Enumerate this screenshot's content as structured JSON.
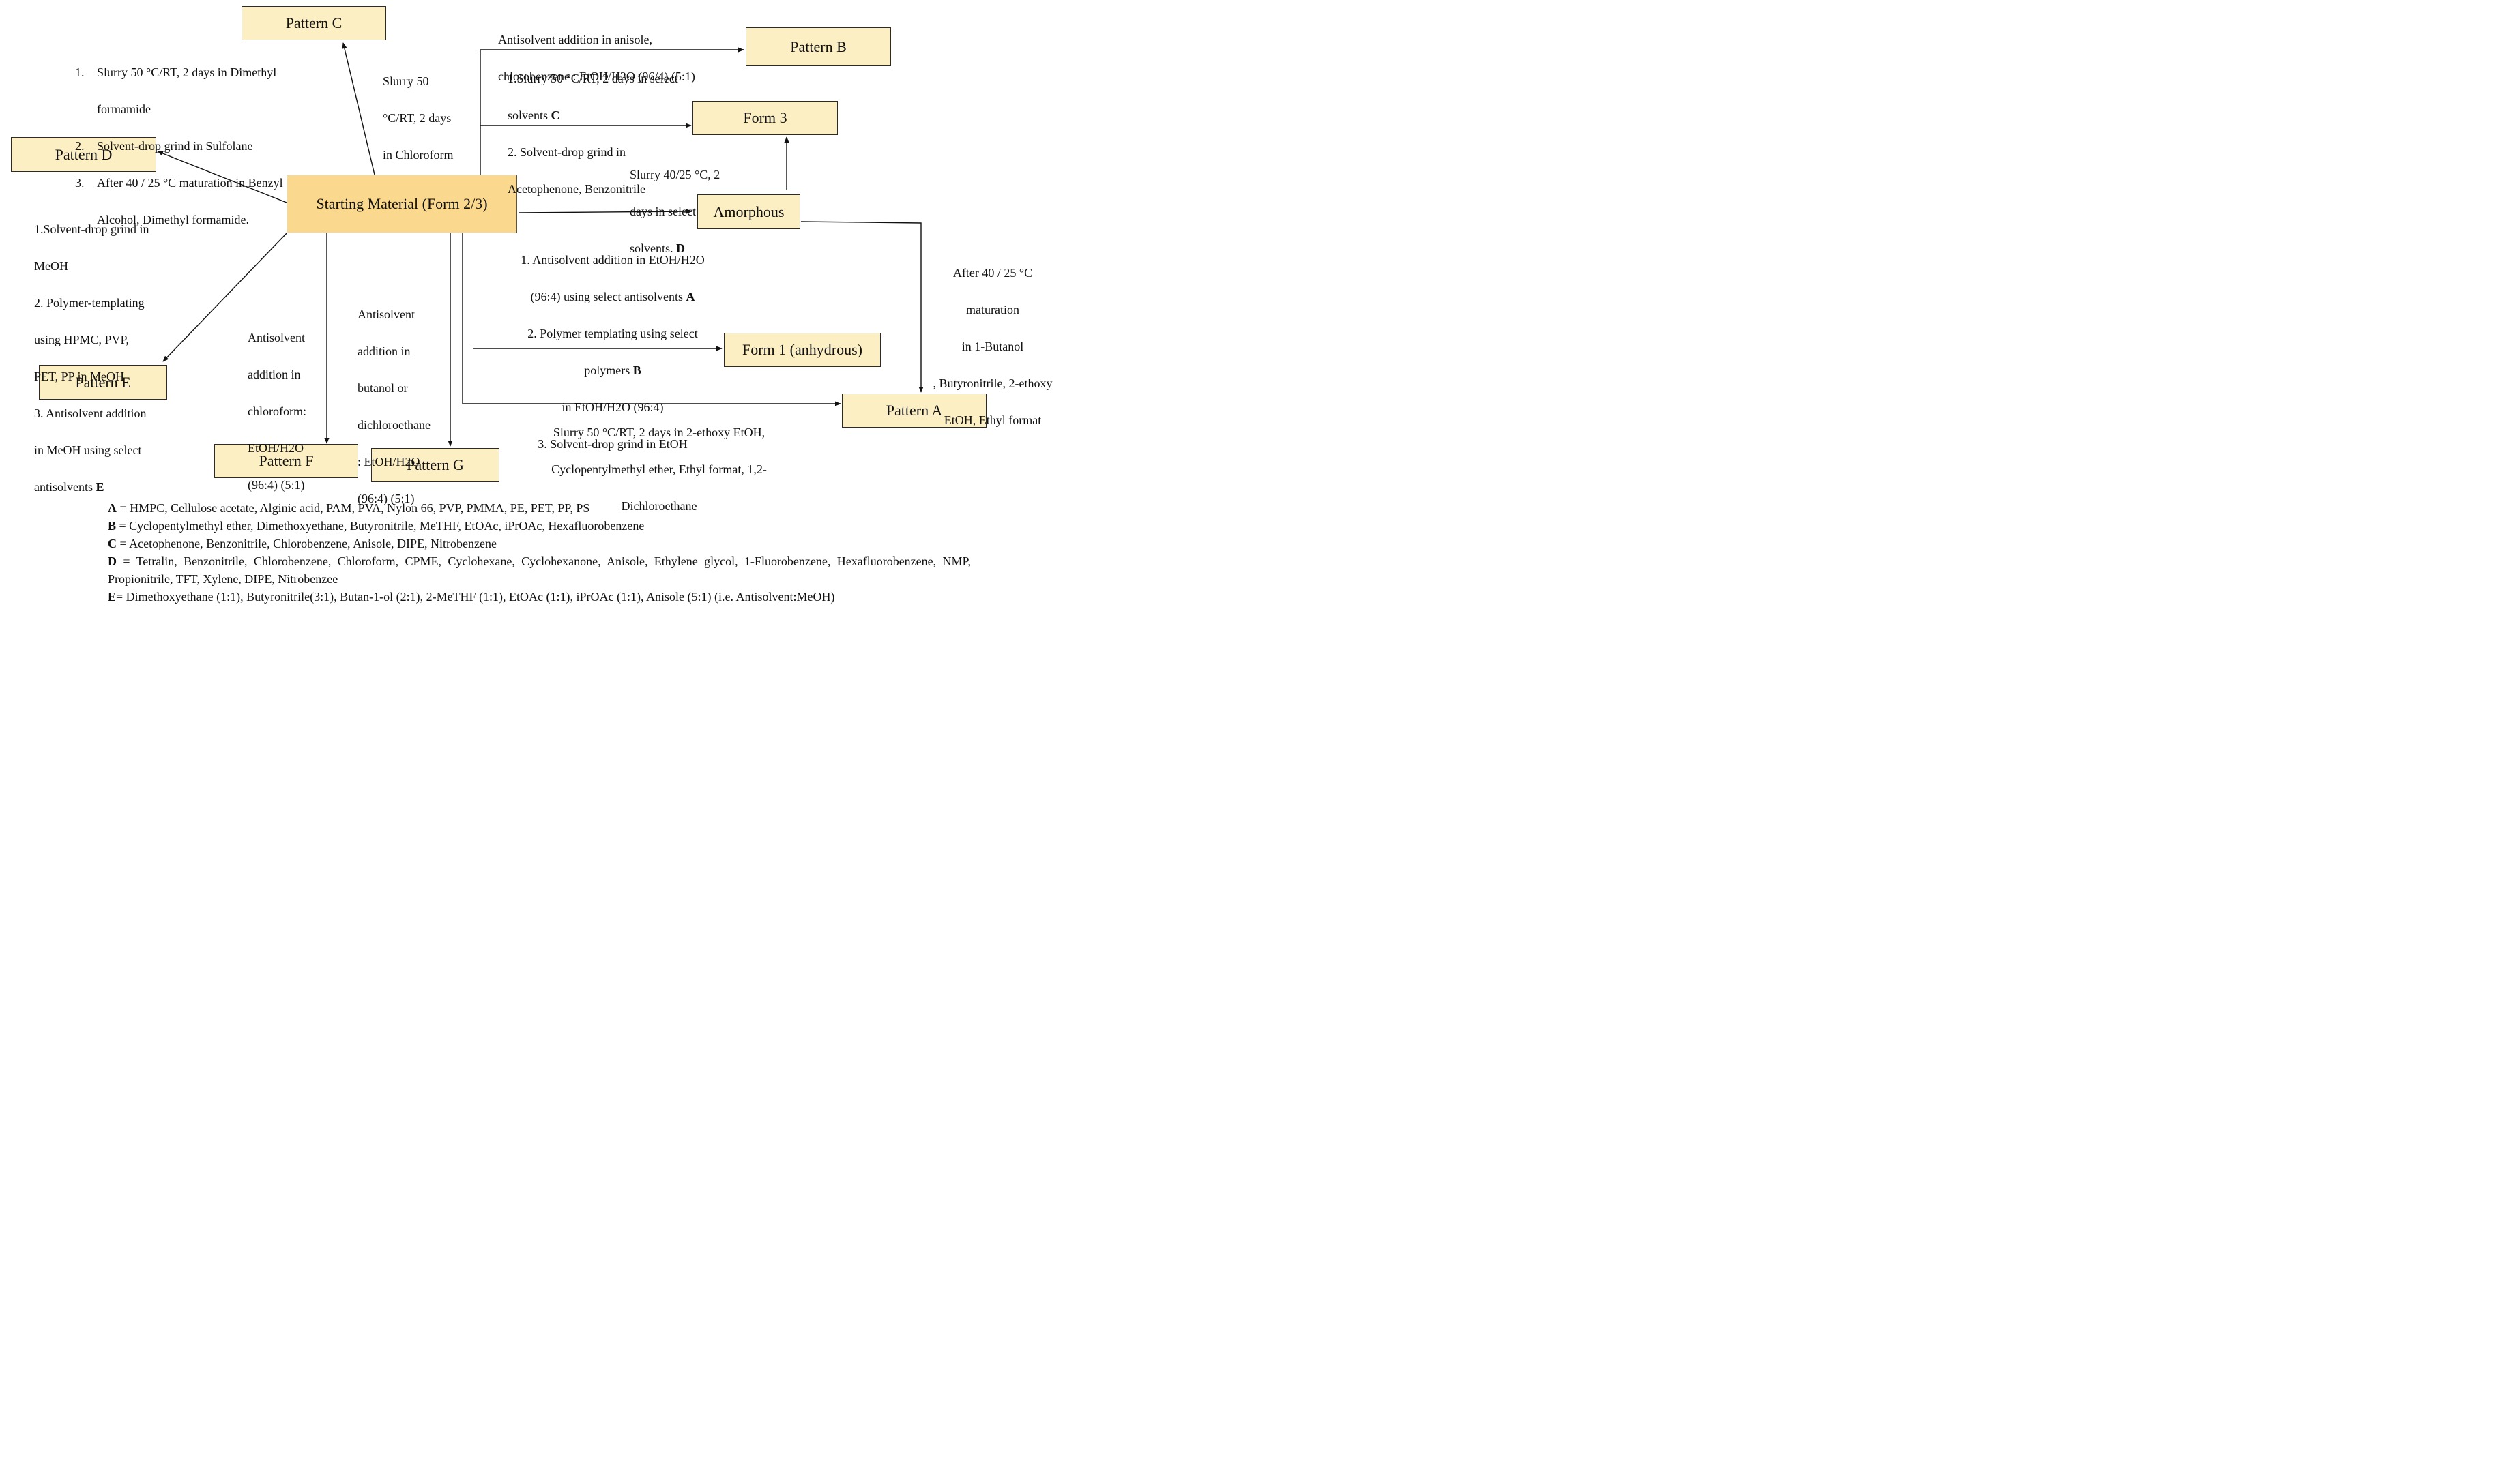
{
  "boxes": {
    "start": "Starting Material (Form 2/3)",
    "pattern_c": "Pattern C",
    "pattern_b": "Pattern B",
    "form3": "Form 3",
    "pattern_d": "Pattern D",
    "amorphous": "Amorphous",
    "form1": "Form 1 (anhydrous)",
    "pattern_e": "Pattern E",
    "pattern_a": "Pattern A",
    "pattern_f": "Pattern F",
    "pattern_g": "Pattern G"
  },
  "labels": {
    "to_c_left": {
      "l1": "Slurry 50 °C/RT, 2 days in  Dimethyl",
      "l1b": "formamide",
      "l2": "Solvent-drop grind in Sulfolane",
      "l3": "After 40 / 25 °C maturation in Benzyl",
      "l3b": "Alcohol, Dimethyl formamide.",
      "n1": "1.",
      "n2": "2.",
      "n3": "3."
    },
    "to_c_chloroform": [
      "Slurry 50",
      "°C/RT, 2 days",
      "in Chloroform"
    ],
    "to_b": {
      "l1": "Antisolvent addition in anisole,",
      "l2": "chlorobenzene : EtOH/H2O (96/4) (5:1)",
      "l3": "1.Slurry 50 °C/RT, 2 days in select",
      "l4": "solvents",
      "l4m": "C",
      "l5": "2. Solvent-drop grind in",
      "l6": "Acetophenone, Benzonitrile"
    },
    "to_form3": {
      "l1": "Slurry 40/25 °C, 2",
      "l2": "days in select",
      "l3": "solvents.",
      "m": "D"
    },
    "to_e": {
      "l1": "1.Solvent-drop grind in",
      "l2": "MeOH",
      "l3": "2. Polymer-templating",
      "l4": "using HPMC, PVP,",
      "l5": "PET, PP in MeOH",
      "l6": "3. Antisolvent addition",
      "l7": "in MeOH using select",
      "l8": "antisolvents",
      "m": "E"
    },
    "to_f": [
      "Antisolvent",
      "addition in",
      "chloroform:",
      "EtOH/H2O",
      "(96:4) (5:1)"
    ],
    "to_g": [
      "Antisolvent",
      "addition in",
      "butanol or",
      "dichloroethane",
      ": EtOH/H2O",
      "(96:4) (5:1)"
    ],
    "to_form1": {
      "l1": "1. Antisolvent addition in EtOH/H2O",
      "l2": "(96:4) using select antisolvents",
      "m2": "A",
      "l3": "2. Polymer templating using select",
      "l4": "polymers",
      "m4": "B",
      "l5": "in EtOH/H2O (96:4)",
      "l6": "3. Solvent-drop grind in EtOH"
    },
    "amorph_to_a": [
      "After 40 / 25 °C",
      "maturation",
      "in 1-Butanol",
      ", Butyronitrile, 2-ethoxy",
      "EtOH, Ethyl format"
    ],
    "to_a_bottom": [
      "Slurry 50 °C/RT, 2 days in 2-ethoxy EtOH,",
      "Cyclopentylmethyl ether, Ethyl format, 1,2-",
      "Dichloroethane"
    ]
  },
  "legend": [
    {
      "key": "A",
      "sep": " = ",
      "text": "HMPC, Cellulose acetate, Alginic acid, PAM, PVA, Nylon 66, PVP, PMMA, PE, PET, PP, PS"
    },
    {
      "key": "B",
      "sep": " = ",
      "text": "Cyclopentylmethyl ether, Dimethoxyethane, Butyronitrile, MeTHF, EtOAc, iPrOAc, Hexafluorobenzene"
    },
    {
      "key": "C",
      "sep": " = ",
      "text": "Acetophenone, Benzonitrile, Chlorobenzene, Anisole, DIPE, Nitrobenzene"
    },
    {
      "key": "D",
      "sep": " = ",
      "text": "Tetralin, Benzonitrile, Chlorobenzene, Chloroform, CPME, Cyclohexane, Cyclohexanone, Anisole, Ethylene glycol, 1-Fluorobenzene, Hexafluorobenzene, NMP, Propionitrile, TFT, Xylene, DIPE, Nitrobenzee"
    },
    {
      "key": "E",
      "sep": "= ",
      "text": "Dimethoxyethane (1:1), Butyronitrile(3:1), Butan-1-ol (2:1), 2-MeTHF (1:1), EtOAc (1:1), iPrOAc (1:1), Anisole (5:1) (i.e. Antisolvent:MeOH)"
    }
  ]
}
